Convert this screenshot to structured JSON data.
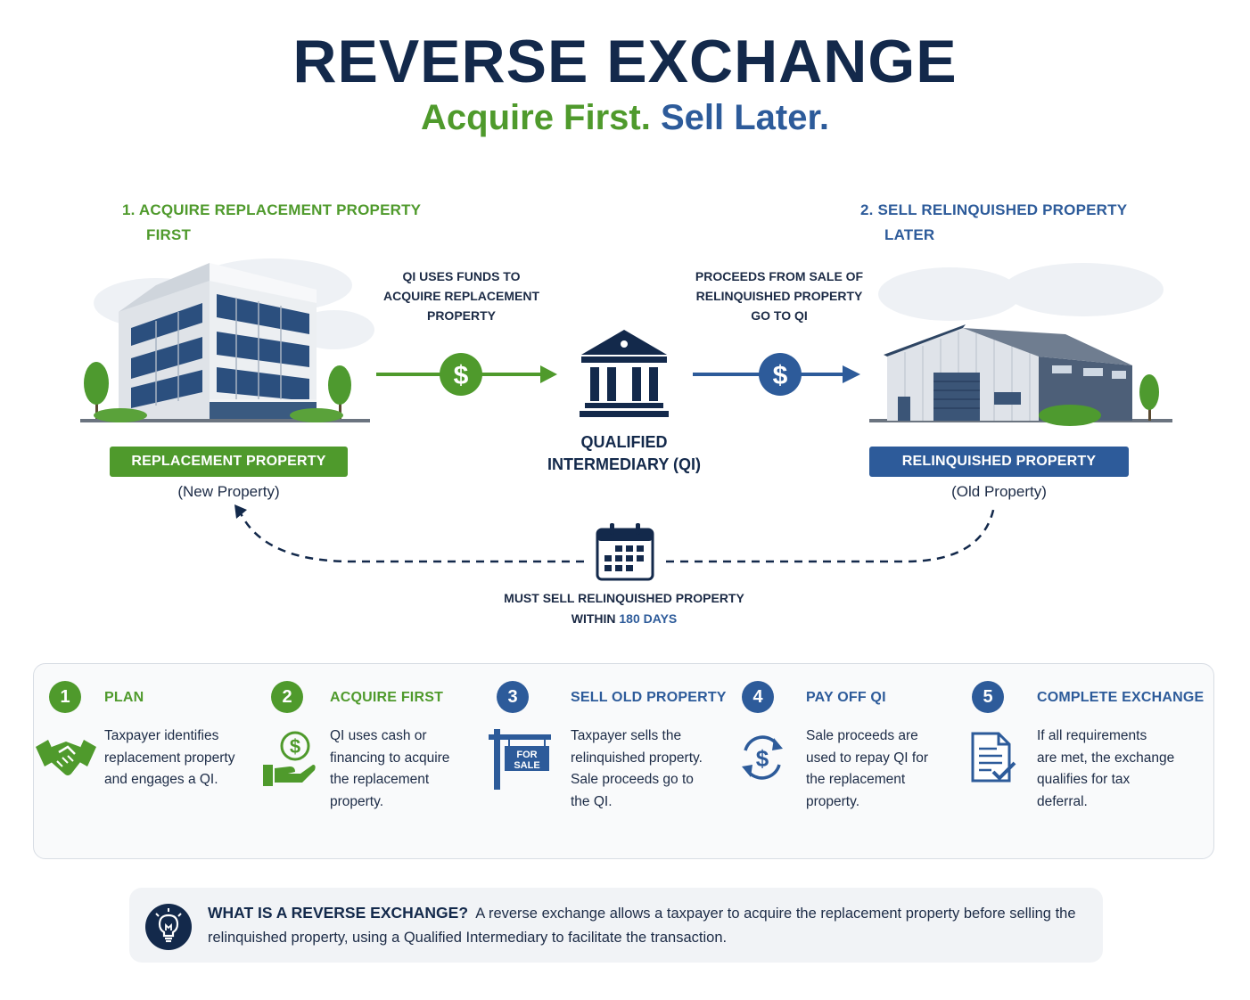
{
  "header": {
    "title": "REVERSE EXCHANGE",
    "subtitle_part1": "Acquire First.",
    "subtitle_part2": "Sell Later."
  },
  "left_step": {
    "line1": "1.  ACQUIRE REPLACEMENT PROPERTY",
    "line2": "FIRST",
    "badge": "REPLACEMENT PROPERTY",
    "sub": "(New Property)"
  },
  "right_step": {
    "line1": "2.  SELL RELINQUISHED PROPERTY",
    "line2": "LATER",
    "badge": "RELINQUISHED PROPERTY",
    "sub": "(Old Property)"
  },
  "flow": {
    "left_arrow_label": [
      "QI USES FUNDS TO",
      "ACQUIRE REPLACEMENT",
      "PROPERTY"
    ],
    "right_arrow_label": [
      "PROCEEDS FROM SALE OF",
      "RELINQUISHED PROPERTY",
      "GO TO QI"
    ],
    "dollar_symbol": "$",
    "qi_line1": "QUALIFIED",
    "qi_line2": "INTERMEDIARY (QI)",
    "deadline_line1": "MUST SELL RELINQUISHED PROPERTY",
    "deadline_line2_prefix": "WITHIN",
    "deadline_line2_highlight": "180 DAYS"
  },
  "steps": [
    {
      "num": "1",
      "title": "PLAN",
      "lines": [
        "Taxpayer identifies",
        "replacement property",
        "and engages a QI."
      ],
      "icon": "handshake-icon",
      "color": "#4f9a2c"
    },
    {
      "num": "2",
      "title": "ACQUIRE FIRST",
      "lines": [
        "QI uses cash or",
        "financing to acquire",
        "the replacement",
        "property."
      ],
      "icon": "money-hand-icon",
      "color": "#4f9a2c"
    },
    {
      "num": "3",
      "title": "SELL OLD PROPERTY",
      "lines": [
        "Taxpayer sells the",
        "relinquished property.",
        "Sale proceeds go to",
        "the QI."
      ],
      "icon": "for-sale-sign-icon",
      "color": "#2d5b9a",
      "sign_line1": "FOR",
      "sign_line2": "SALE"
    },
    {
      "num": "4",
      "title": "PAY OFF QI",
      "lines": [
        "Sale proceeds are",
        "used to repay QI for",
        "the replacement",
        "property."
      ],
      "icon": "dollar-cycle-icon",
      "color": "#2d5b9a"
    },
    {
      "num": "5",
      "title": "COMPLETE EXCHANGE",
      "lines": [
        "If all requirements",
        "are met, the exchange",
        "qualifies for tax",
        "deferral."
      ],
      "icon": "document-check-icon",
      "color": "#2d5b9a"
    }
  ],
  "info": {
    "heading": "WHAT IS A REVERSE EXCHANGE?",
    "text": "A reverse exchange allows a taxpayer to acquire the replacement property before selling the relinquished property, using a Qualified Intermediary to facilitate the transaction."
  },
  "colors": {
    "navy": "#13294b",
    "green": "#4f9a2c",
    "blue": "#2d5b9a"
  }
}
